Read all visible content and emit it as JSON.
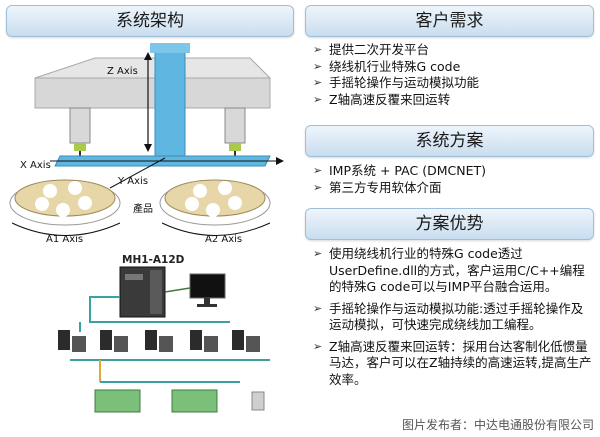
{
  "panels": {
    "architecture": {
      "title": "系统架构"
    },
    "needs": {
      "title": "客户需求",
      "items": [
        "提供二次开发平台",
        "绕线机行业特殊G code",
        "手摇轮操作与运动模拟功能",
        "Z轴高速反覆来回运转"
      ]
    },
    "solution": {
      "title": "系统方案",
      "items": [
        "IMP系统 + PAC (DMCNET)",
        "第三方专用软体介面"
      ]
    },
    "advantages": {
      "title": "方案优势",
      "items": [
        "使用绕线机行业的特殊G code透过UserDefine.dll的方式，客户运用C/C++编程的特殊G code可以与IMP平台融合运用。",
        "手摇轮操作与运动模拟功能:透过手摇轮操作及运动模拟，可快速完成绕线加工编程。",
        "Z轴高速反覆来回运转：採用台达客制化低惯量马达，客户可以在Z轴持续的高速运转,提高生产效率。"
      ]
    }
  },
  "diagram": {
    "z_axis": "Z Axis",
    "x_axis": "X Axis",
    "y_axis": "Y Axis",
    "product": "產品",
    "a1_axis": "A1 Axis",
    "a2_axis": "A2 Axis",
    "controller_model": "MH1-A12D"
  },
  "watermark": "图片发布者：中达电通股份有限公司",
  "colors": {
    "title_bg": "#c9ddef",
    "machine_blue": "#5fb6e0"
  }
}
